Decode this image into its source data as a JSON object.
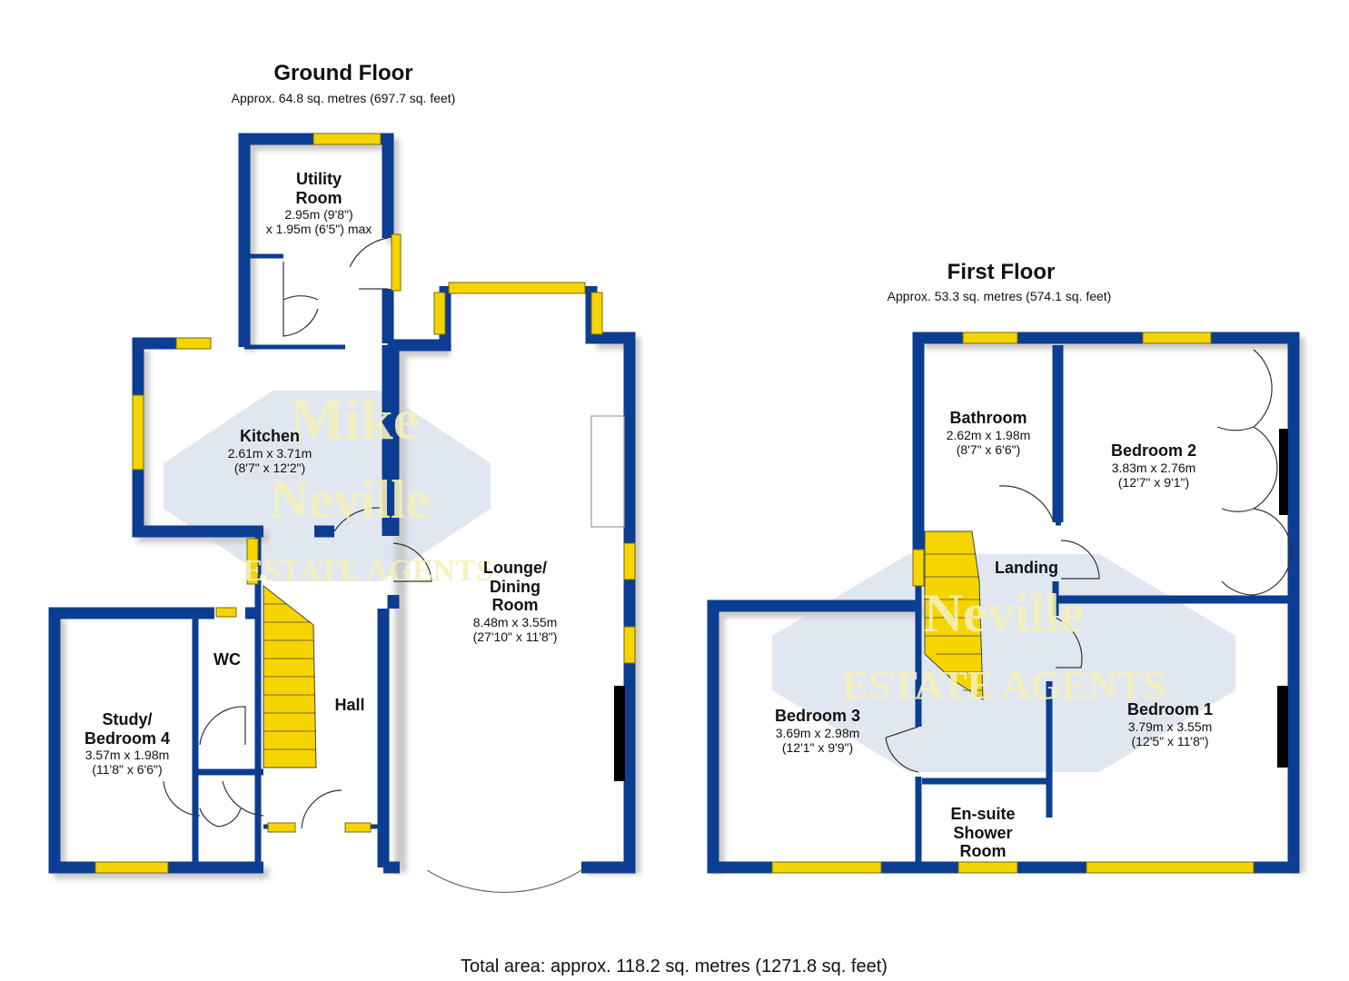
{
  "ground_floor": {
    "title": "Ground Floor",
    "area": "Approx. 64.8 sq. metres (697.7 sq. feet)",
    "rooms": {
      "utility": {
        "name_line1": "Utility",
        "name_line2": "Room",
        "dim1": "2.95m (9'8\")",
        "dim2": "x 1.95m (6'5\") max"
      },
      "kitchen": {
        "name": "Kitchen",
        "dim1": "2.61m x 3.71m",
        "dim2": "(8'7\" x 12'2\")"
      },
      "lounge": {
        "name_line1": "Lounge/",
        "name_line2": "Dining",
        "name_line3": "Room",
        "dim1": "8.48m x 3.55m",
        "dim2": "(27'10\" x 11'8\")"
      },
      "wc": {
        "name": "WC"
      },
      "hall": {
        "name": "Hall"
      },
      "study": {
        "name_line1": "Study/",
        "name_line2": "Bedroom 4",
        "dim1": "3.57m x 1.98m",
        "dim2": "(11'8\" x 6'6\")"
      }
    }
  },
  "first_floor": {
    "title": "First Floor",
    "area": "Approx. 53.3 sq. metres (574.1 sq. feet)",
    "rooms": {
      "bathroom": {
        "name": "Bathroom",
        "dim1": "2.62m x 1.98m",
        "dim2": "(8'7\" x 6'6\")"
      },
      "bedroom2": {
        "name": "Bedroom 2",
        "dim1": "3.83m x 2.76m",
        "dim2": "(12'7\" x 9'1\")"
      },
      "landing": {
        "name": "Landing"
      },
      "bedroom3": {
        "name": "Bedroom 3",
        "dim1": "3.69m x 2.98m",
        "dim2": "(12'1\" x 9'9\")"
      },
      "bedroom1": {
        "name": "Bedroom 1",
        "dim1": "3.79m x 3.55m",
        "dim2": "(12'5\" x 11'8\")"
      },
      "ensuite": {
        "name_line1": "En-suite",
        "name_line2": "Shower",
        "name_line3": "Room"
      }
    }
  },
  "total_area": "Total area: approx. 118.2 sq. metres (1271.8 sq. feet)",
  "watermark": {
    "line1": "Mike",
    "line2": "Neville",
    "line3": "ESTATE AGENTS"
  },
  "colors": {
    "wall": "#0b3d91",
    "window": "#f5d400",
    "stairs": "#f5d400",
    "shadow": "#c9c9c9",
    "watermark": "#c8d3e6"
  }
}
